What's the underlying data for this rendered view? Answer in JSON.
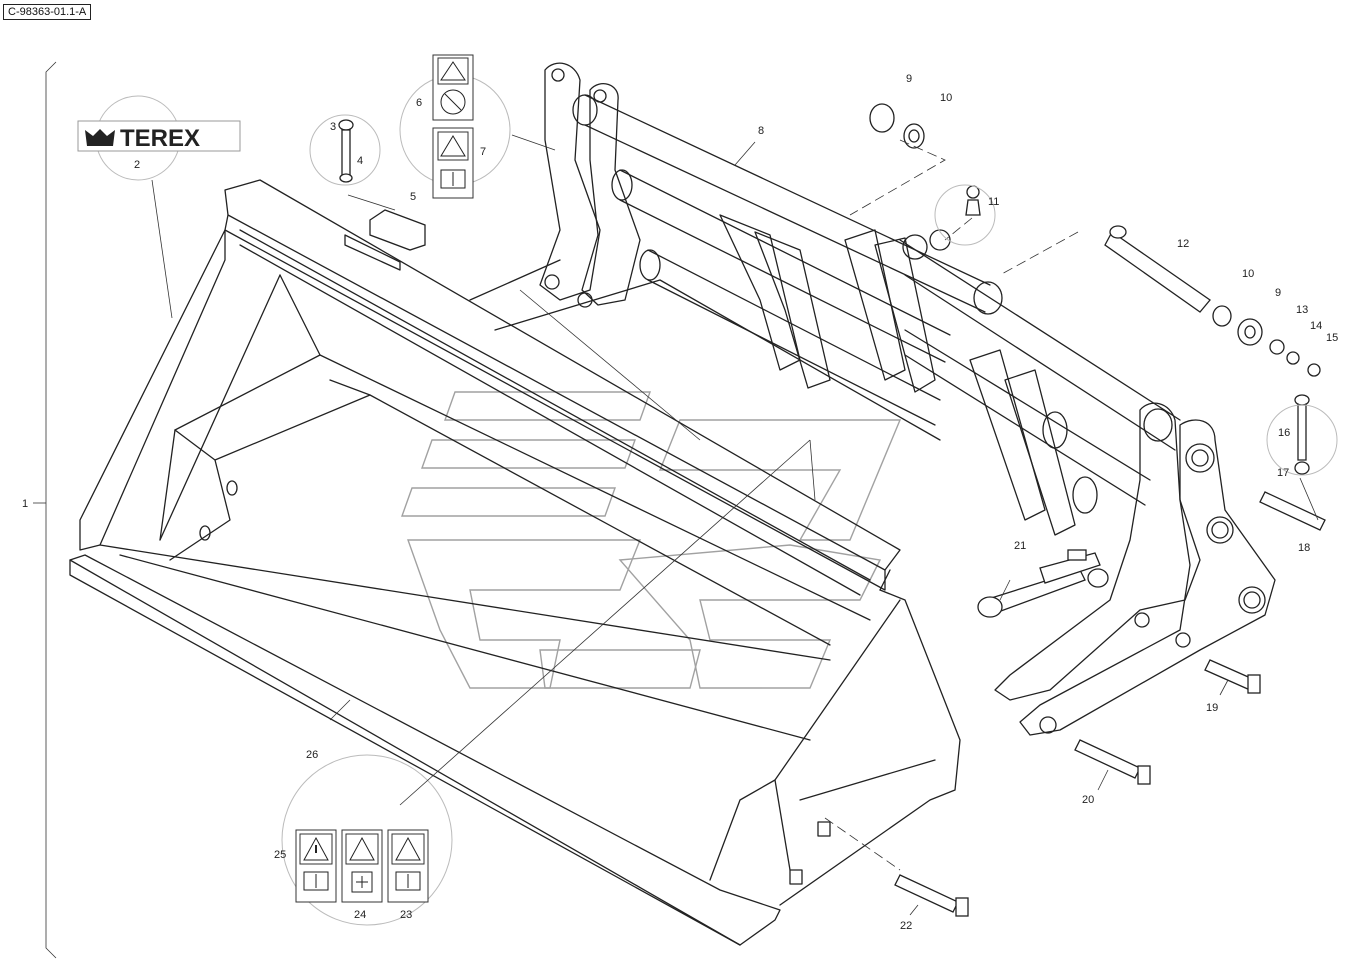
{
  "document_id": "C-98363-01.1-A",
  "brand": {
    "name": "TEREX"
  },
  "labels": {
    "l1": "1",
    "l2": "2",
    "l3": "3",
    "l4": "4",
    "l5": "5",
    "l6": "6",
    "l7": "7",
    "l8": "8",
    "l9a": "9",
    "l9b": "9",
    "l10a": "10",
    "l10b": "10",
    "l11": "11",
    "l12": "12",
    "l13": "13",
    "l14": "14",
    "l15": "15",
    "l16": "16",
    "l17": "17",
    "l18": "18",
    "l19": "19",
    "l20": "20",
    "l21": "21",
    "l22": "22",
    "l23": "23",
    "l24": "24",
    "l25": "25",
    "l26": "26"
  }
}
